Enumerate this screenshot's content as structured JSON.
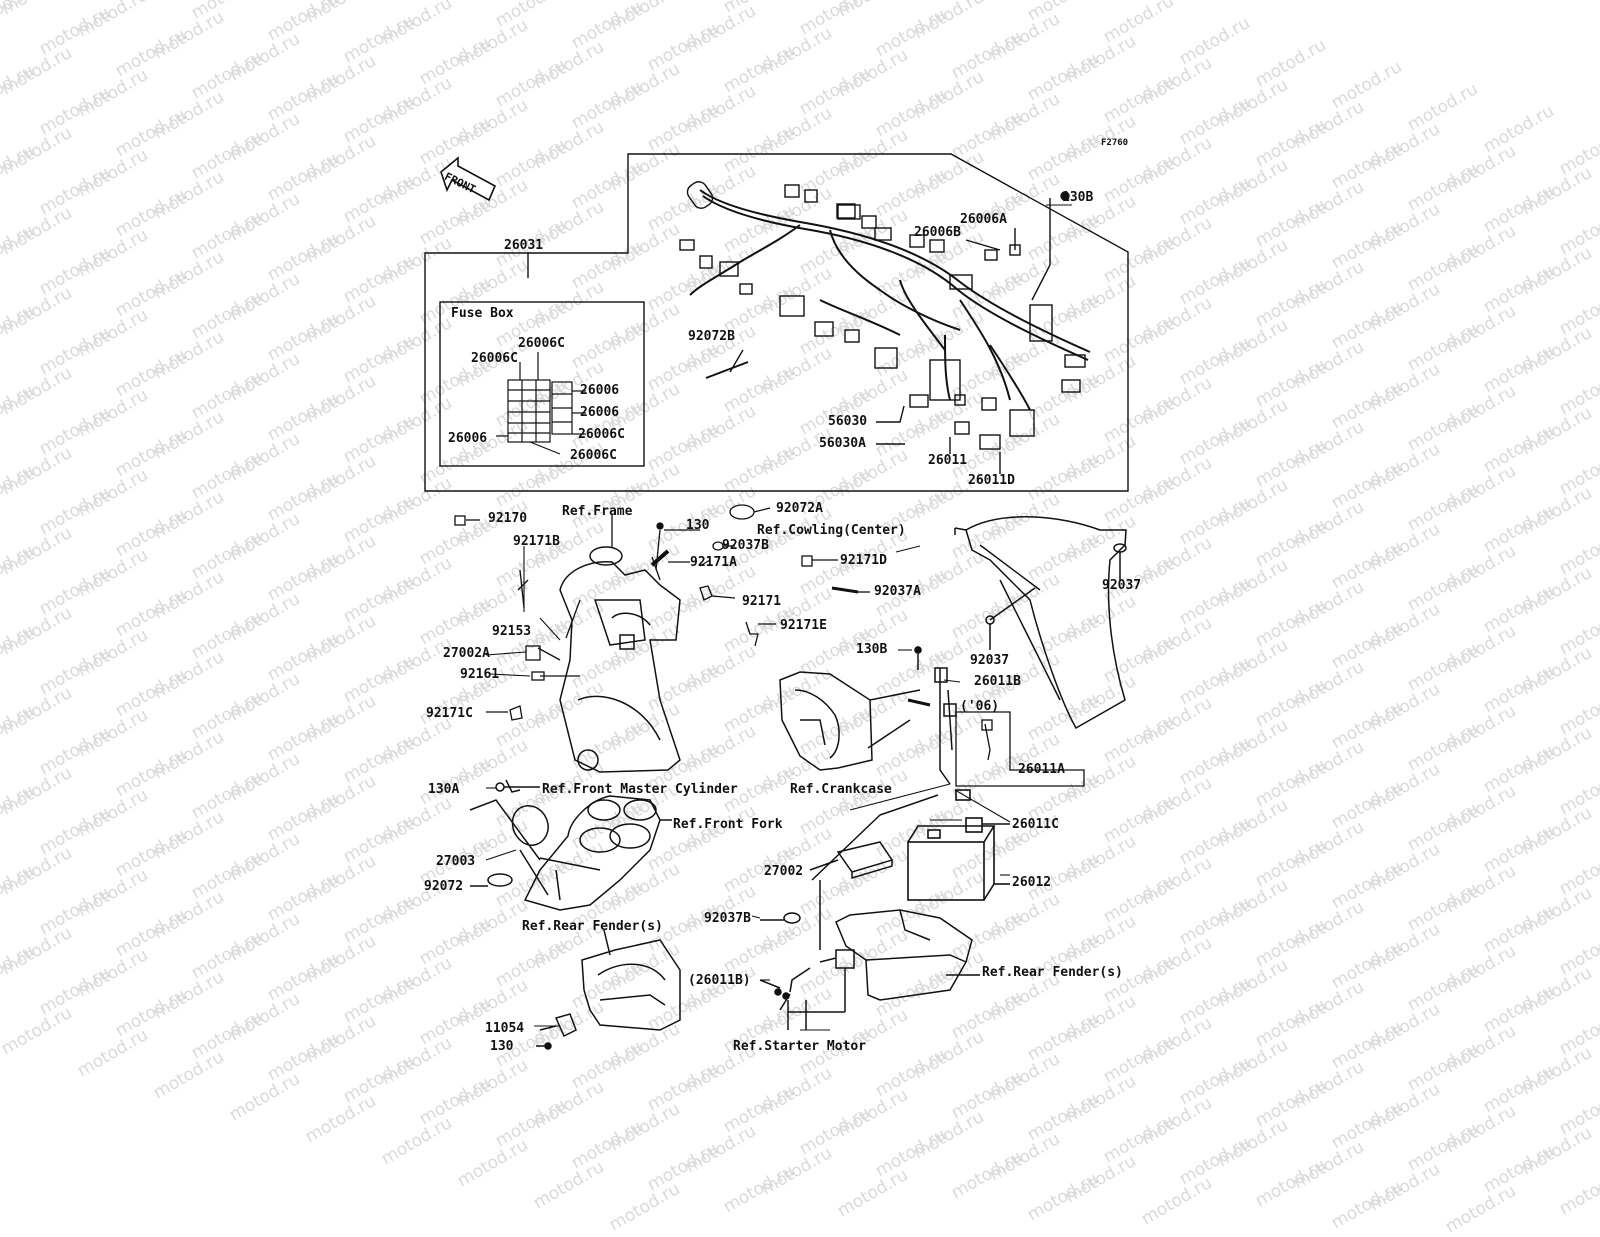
{
  "diagram_code": "F2760",
  "front_label": "FRONT",
  "fuse_box_title": "Fuse Box",
  "watermark_text": "motod.ru",
  "labels": {
    "p26031": "26031",
    "p130B_top": "130B",
    "p26006A": "26006A",
    "p26006B": "26006B",
    "p92072B": "92072B",
    "p56030": "56030",
    "p56030A": "56030A",
    "p26011": "26011",
    "p26011D": "26011D",
    "fb_26006C_a": "26006C",
    "fb_26006C_b": "26006C",
    "fb_26006_r1": "26006",
    "fb_26006_r2": "26006",
    "fb_26006C_r3": "26006C",
    "fb_26006_l": "26006",
    "fb_26006C_bot": "26006C",
    "p92170": "92170",
    "ref_frame": "Ref.Frame",
    "p130_a": "130",
    "p92072A": "92072A",
    "ref_cowling": "Ref.Cowling(Center)",
    "p92037B_a": "92037B",
    "p92171B": "92171B",
    "p92171A": "92171A",
    "p92171D": "92171D",
    "p92037_r": "92037",
    "p92037A": "92037A",
    "p92171": "92171",
    "p92153": "92153",
    "p92171E": "92171E",
    "p92037_m": "92037",
    "p27002A": "27002A",
    "p130B_mid": "130B",
    "p26011B": "26011B",
    "p92161": "92161",
    "p_06": "('06)",
    "p92171C": "92171C",
    "p26011A": "26011A",
    "p130A": "130A",
    "ref_master_cyl": "Ref.Front Master Cylinder",
    "ref_crankcase": "Ref.Crankcase",
    "ref_front_fork": "Ref.Front Fork",
    "p26011C": "26011C",
    "p27003": "27003",
    "p27002": "27002",
    "p26012": "26012",
    "p92072": "92072",
    "ref_rear_fender_l": "Ref.Rear Fender(s)",
    "p92037B_b": "92037B",
    "ref_rear_fender_r": "Ref.Rear Fender(s)",
    "p26011B_paren": "(26011B)",
    "p11054": "11054",
    "p130_b": "130",
    "ref_starter": "Ref.Starter Motor"
  }
}
